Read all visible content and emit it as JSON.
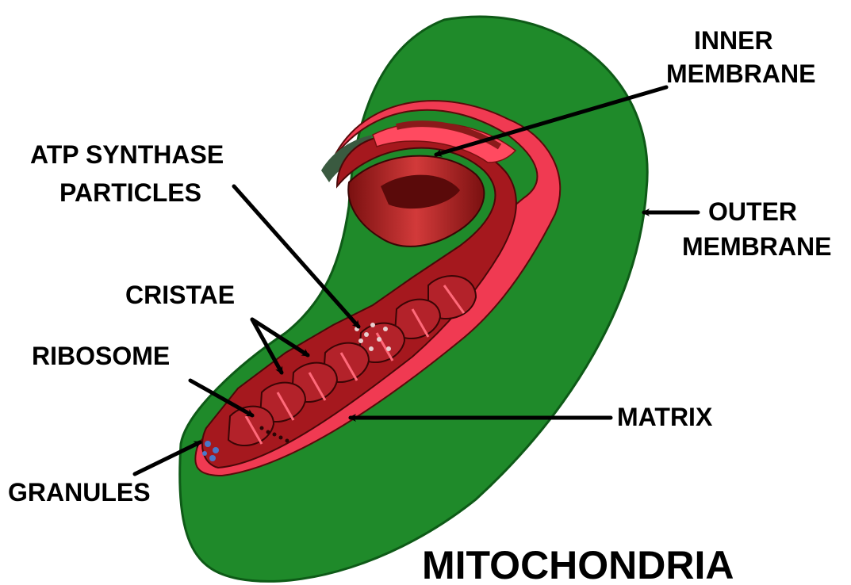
{
  "title": "MITOCHONDRIA",
  "labels": {
    "inner_membrane_1": "INNER",
    "inner_membrane_2": "MEMBRANE",
    "outer_membrane_1": "OUTER",
    "outer_membrane_2": "MEMBRANE",
    "atp_1": "ATP SYNTHASE",
    "atp_2": "PARTICLES",
    "cristae": "CRISTAE",
    "ribosome": "RIBOSOME",
    "matrix": "MATRIX",
    "granules": "GRANULES"
  },
  "colors": {
    "outer_membrane": "#1f8a2a",
    "outer_membrane_edge": "#0e5a17",
    "inner_membrane": "#f03a52",
    "inner_dark": "#b0182a",
    "matrix": "#8a1a1a",
    "cavity": "#5a6a5a",
    "granule": "#4a78c8"
  }
}
